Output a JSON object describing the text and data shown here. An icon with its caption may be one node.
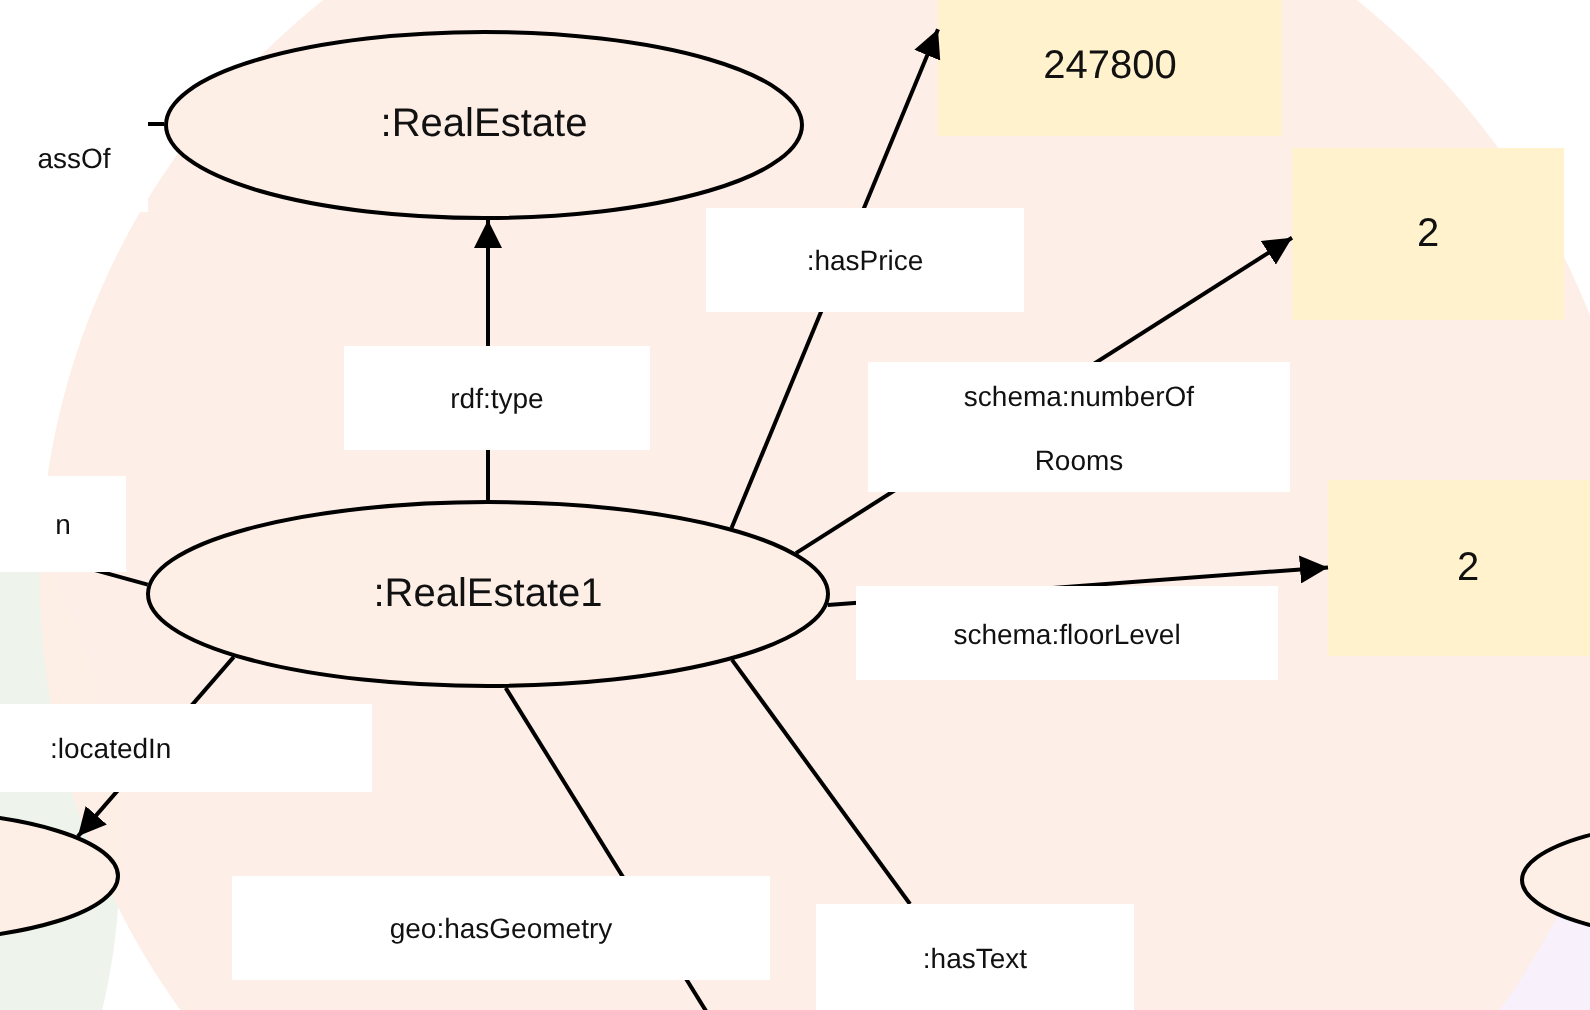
{
  "diagram": {
    "nodes": [
      {
        "text": [
          ":RealEstate"
        ]
      },
      {
        "text": [
          ":RealEstate1"
        ]
      },
      {
        "text": [
          "247800"
        ]
      },
      {
        "text": [
          "2"
        ]
      },
      {
        "text": [
          "2"
        ]
      },
      {
        "text": [],
        "shape": "ellipse"
      },
      {
        "text": [],
        "shape": "ellipse"
      }
    ],
    "edges": [
      {
        "from": 1,
        "to": 0,
        "arrow": "to",
        "label": "rdf:type"
      },
      {
        "from": 1,
        "to": 2,
        "arrow": "to",
        "label": ":hasPrice"
      },
      {
        "from": 1,
        "to": 3,
        "arrow": "to",
        "label": "schema:numberOf Rooms"
      },
      {
        "from": 1,
        "to": 4,
        "arrow": "to",
        "label": "schema:floorLevel"
      },
      {
        "from": 1,
        "to": 5,
        "arrow": "to",
        "label": ":locatedIn"
      },
      {
        "from": 1,
        "to": null,
        "arrow": "none",
        "label": "geo:hasGeometry"
      },
      {
        "from": 1,
        "to": null,
        "arrow": "none",
        "label": ":hasText"
      },
      {
        "from": null,
        "to": 0,
        "arrow": "none",
        "label": "assOf"
      },
      {
        "from": null,
        "to": 1,
        "arrow": "none",
        "label": "n"
      }
    ]
  }
}
